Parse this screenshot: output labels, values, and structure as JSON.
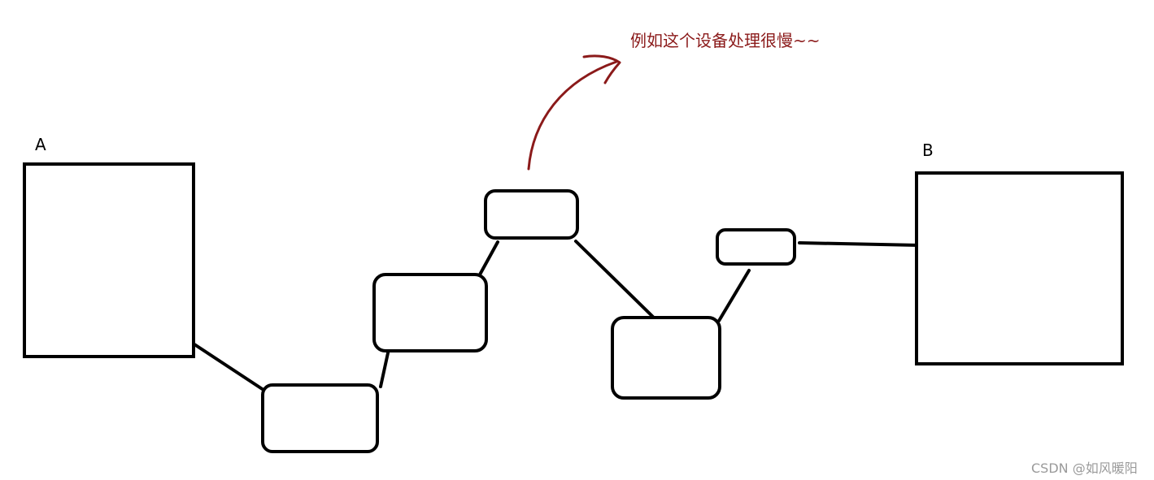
{
  "labels": {
    "host_a": "A",
    "host_b": "B"
  },
  "annotation": {
    "text": "例如这个设备处理很慢~~",
    "color": "#8b1a1a"
  },
  "watermark": "CSDN @如风暖阳",
  "colors": {
    "stroke": "#000000",
    "annotation": "#8b1a1a",
    "watermark": "#9a9a9a"
  }
}
